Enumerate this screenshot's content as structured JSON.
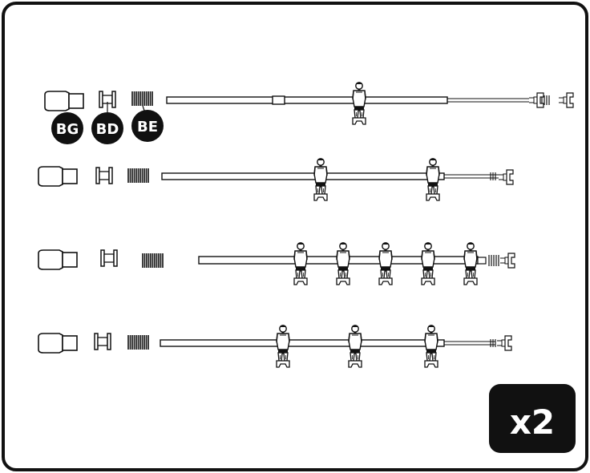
{
  "parts": {
    "grip": "BG",
    "bumper": "BD",
    "spring": "BE"
  },
  "quantity": "x2",
  "rods": [
    {
      "figures": 1,
      "has_labels": true
    },
    {
      "figures": 2
    },
    {
      "figures": 5
    },
    {
      "figures": 3
    }
  ],
  "colors": {
    "ink": "#111111",
    "paper": "#ffffff",
    "badge": "#111111"
  }
}
